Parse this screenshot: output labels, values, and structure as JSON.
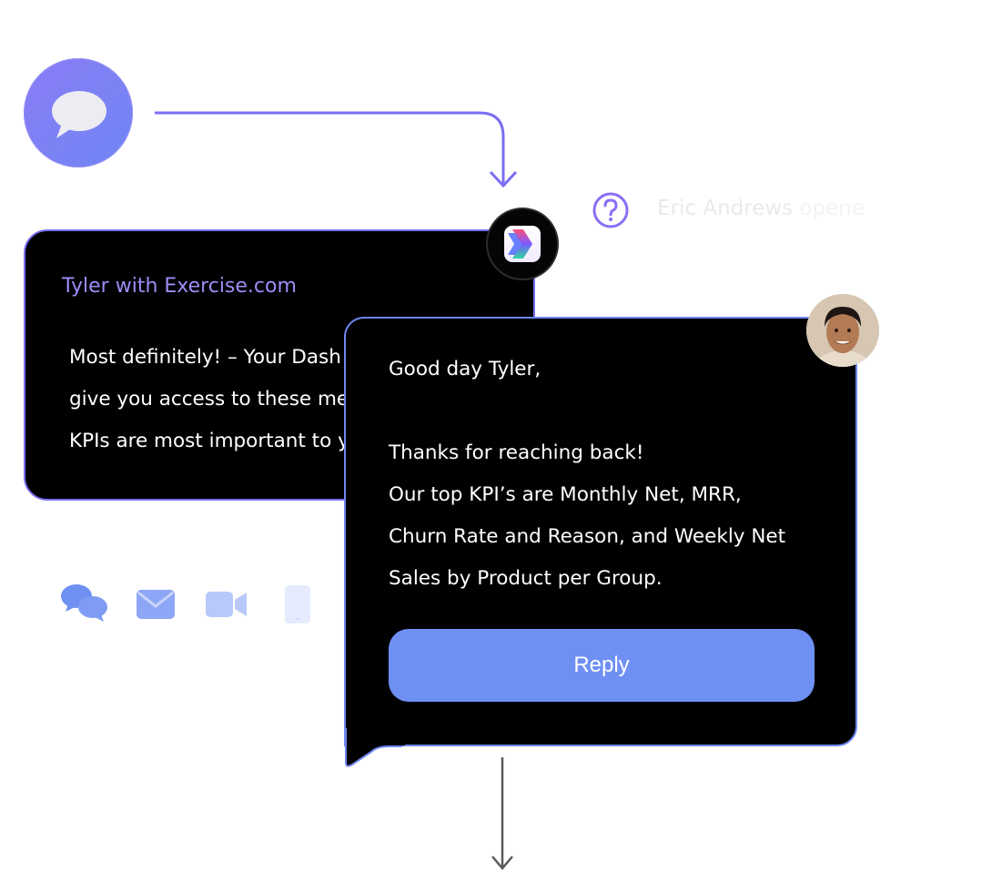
{
  "card1": {
    "sender": "Tyler with Exercise.com",
    "message_lines": [
      "Most definitely! – Your Dash",
      "give you access to these me",
      "KPIs are most important to y"
    ]
  },
  "viewer": {
    "name": "Eric Andrews",
    "status": "opene"
  },
  "reply_card": {
    "greeting": "Good day Tyler,",
    "body_lines": [
      "Thanks for reaching back!",
      "Our top KPI’s are Monthly Net, MRR,",
      "Churn Rate and Reason, and Weekly Net",
      "Sales by Product per Group."
    ],
    "reply_label": "Reply"
  },
  "channels": [
    "chat-icon",
    "email-icon",
    "video-icon",
    "phone-icon"
  ],
  "colors": {
    "accent_purple": "#7a6ef2",
    "accent_blue": "#6f90f3",
    "card_bg": "#000000",
    "sender_text": "#9c8df7"
  }
}
